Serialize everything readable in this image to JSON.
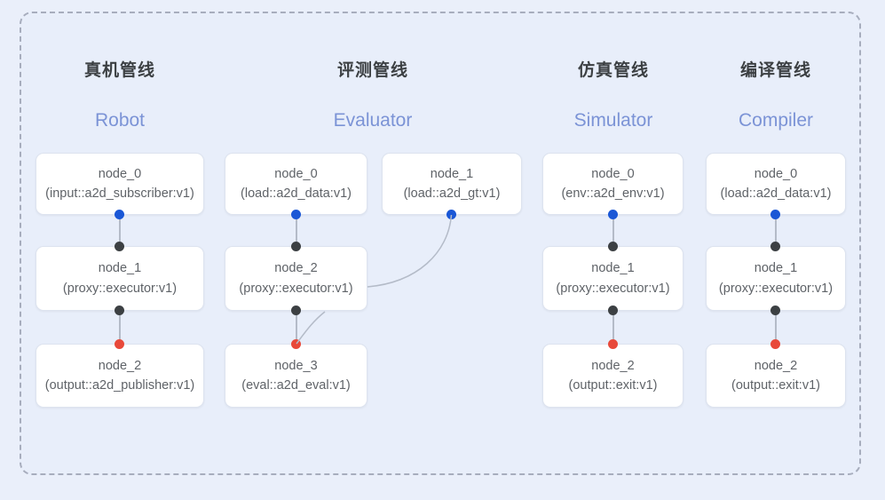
{
  "diagram": {
    "frame_style": "dashed-rounded",
    "background_color": "#eaeffa",
    "frame_border_color": "#a7adbd",
    "dot_colors": {
      "input": "#1a57d6",
      "middle": "#3c4043",
      "output": "#e8493a"
    }
  },
  "columns": [
    {
      "title_cn": "真机管线",
      "title_en": "Robot",
      "nodes": [
        {
          "name": "node_0",
          "impl": "(input::a2d_subscriber:v1)"
        },
        {
          "name": "node_1",
          "impl": "(proxy::executor:v1)"
        },
        {
          "name": "node_2",
          "impl": "(output::a2d_publisher:v1)"
        }
      ]
    },
    {
      "title_cn": "评测管线",
      "title_en": "Evaluator",
      "nodes": [
        {
          "name": "node_0",
          "impl": "(load::a2d_data:v1)"
        },
        {
          "name": "node_1",
          "impl": "(load::a2d_gt:v1)"
        },
        {
          "name": "node_2",
          "impl": "(proxy::executor:v1)"
        },
        {
          "name": "node_3",
          "impl": "(eval::a2d_eval:v1)"
        }
      ]
    },
    {
      "title_cn": "仿真管线",
      "title_en": "Simulator",
      "nodes": [
        {
          "name": "node_0",
          "impl": "(env::a2d_env:v1)"
        },
        {
          "name": "node_1",
          "impl": "(proxy::executor:v1)"
        },
        {
          "name": "node_2",
          "impl": "(output::exit:v1)"
        }
      ]
    },
    {
      "title_cn": "编译管线",
      "title_en": "Compiler",
      "nodes": [
        {
          "name": "node_0",
          "impl": "(load::a2d_data:v1)"
        },
        {
          "name": "node_1",
          "impl": "(proxy::executor:v1)"
        },
        {
          "name": "node_2",
          "impl": "(output::exit:v1)"
        }
      ]
    }
  ]
}
